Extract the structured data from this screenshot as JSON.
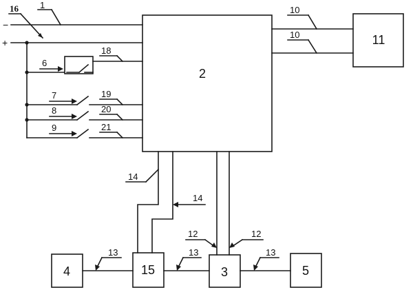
{
  "terminals": {
    "minus": "−",
    "plus": "+"
  },
  "blocks": {
    "b2": "2",
    "b11": "11",
    "b4": "4",
    "b15": "15",
    "b3": "3",
    "b5": "5"
  },
  "labels": {
    "l1": "1",
    "l16": "16",
    "l6": "6",
    "l7": "7",
    "l8": "8",
    "l9": "9",
    "l18": "18",
    "l19": "19",
    "l20": "20",
    "l21": "21",
    "l10a": "10",
    "l10b": "10",
    "l14a": "14",
    "l14b": "14",
    "l12a": "12",
    "l12b": "12",
    "l13a": "13",
    "l13b": "13",
    "l13c": "13"
  }
}
